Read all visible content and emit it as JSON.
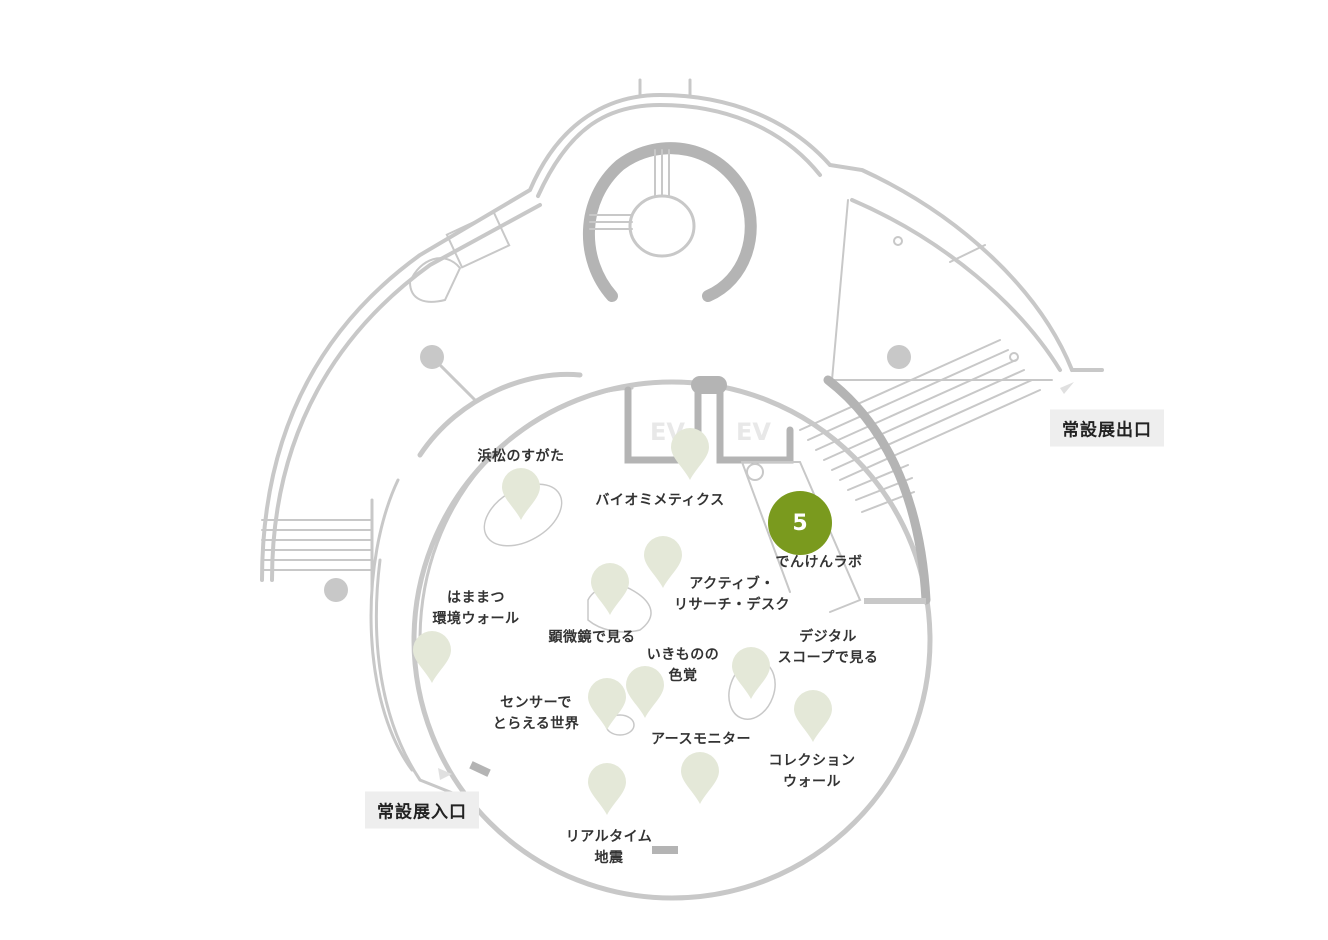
{
  "floor_map": {
    "entrance_label": "常設展入口",
    "exit_label": "常設展出口",
    "elevators": [
      "EV",
      "EV"
    ],
    "active_exhibit": {
      "number": "5",
      "name": "でんけんラボ"
    },
    "exhibits": [
      {
        "id": "hamamatsu-figure",
        "lines": [
          "浜松のすがた"
        ]
      },
      {
        "id": "biomimetics",
        "lines": [
          "バイオミメティクス"
        ]
      },
      {
        "id": "denken-lab",
        "lines": [
          "でんけんラボ"
        ]
      },
      {
        "id": "active-research-desk",
        "lines": [
          "アクティブ・",
          "リサーチ・デスク"
        ]
      },
      {
        "id": "hamamatsu-environment-wall",
        "lines": [
          "はままつ",
          "環境ウォール"
        ]
      },
      {
        "id": "microscope",
        "lines": [
          "顕微鏡で見る"
        ]
      },
      {
        "id": "digital-scope",
        "lines": [
          "デジタル",
          "スコープで見る"
        ]
      },
      {
        "id": "creature-colors",
        "lines": [
          "いきものの",
          "色覚"
        ]
      },
      {
        "id": "sensor-world",
        "lines": [
          "センサーで",
          "とらえる世界"
        ]
      },
      {
        "id": "earth-monitor",
        "lines": [
          "アースモニター"
        ]
      },
      {
        "id": "collection-wall",
        "lines": [
          "コレクション",
          "ウォール"
        ]
      },
      {
        "id": "realtime-earthquake",
        "lines": [
          "リアルタイム",
          "地震"
        ]
      }
    ],
    "colors": {
      "wall": "#c8c8c8",
      "wall_dark": "#b4b4b4",
      "pin": "#e4e8d8",
      "active": "#7a9a1e",
      "label_bg": "#eeeeee"
    }
  }
}
